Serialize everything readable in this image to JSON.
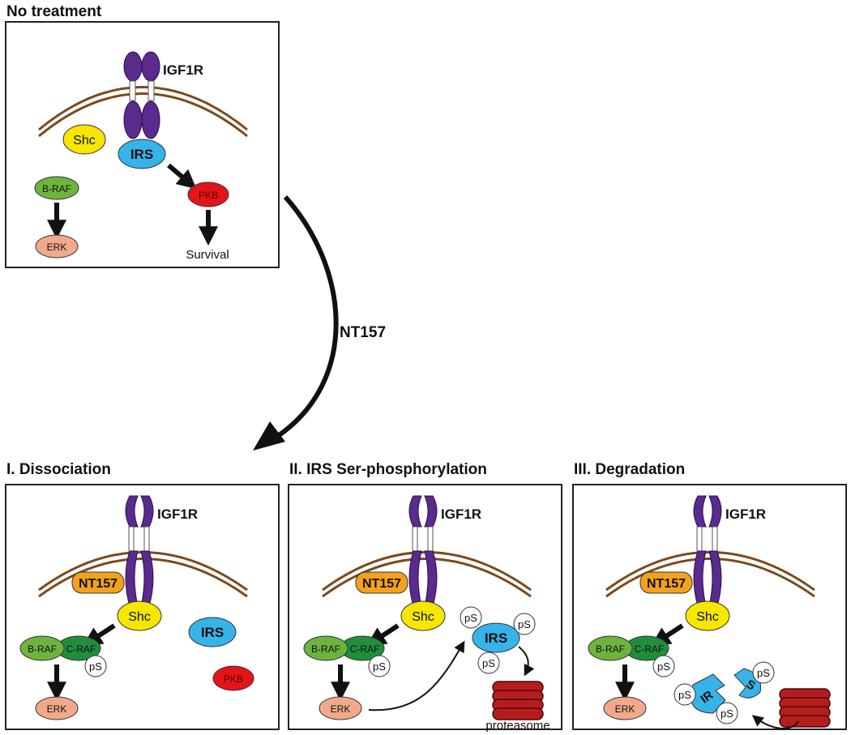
{
  "panels": {
    "no_treatment": {
      "title": "No treatment",
      "receptor": "IGF1R",
      "shc": "Shc",
      "irs": "IRS",
      "braf": "B-RAF",
      "pkb": "PKB",
      "erk": "ERK",
      "outcome": "Survival"
    },
    "dissociation": {
      "title": "I. Dissociation",
      "receptor": "IGF1R",
      "drug": "NT157",
      "shc": "Shc",
      "braf": "B-RAF",
      "craf": "C-RAF",
      "ps": "pS",
      "irs": "IRS",
      "pkb": "PKB",
      "erk": "ERK"
    },
    "ser_phosphorylation": {
      "title": "II. IRS Ser-phosphorylation",
      "receptor": "IGF1R",
      "drug": "NT157",
      "shc": "Shc",
      "braf": "B-RAF",
      "craf": "C-RAF",
      "ps": "pS",
      "irs": "IRS",
      "erk": "ERK",
      "proteasome": "proteasome"
    },
    "degradation": {
      "title": "III. Degradation",
      "receptor": "IGF1R",
      "drug": "NT157",
      "shc": "Shc",
      "braf": "B-RAF",
      "craf": "C-RAF",
      "ps": "pS",
      "irs_fragment_1": "IR",
      "irs_fragment_2": "S",
      "erk": "ERK"
    }
  },
  "treatment_arrow_label": "NT157",
  "colors": {
    "receptor": "#5a2a8c",
    "membrane": "#7a4a1e",
    "shc": "#f7e600",
    "irs": "#36b4ea",
    "braf": "#6db43e",
    "craf": "#1f8f3c",
    "pkb": "#e3151a",
    "erk": "#f2a98a",
    "nt157": "#f4a21c",
    "proteasome": "#b51d1d"
  }
}
